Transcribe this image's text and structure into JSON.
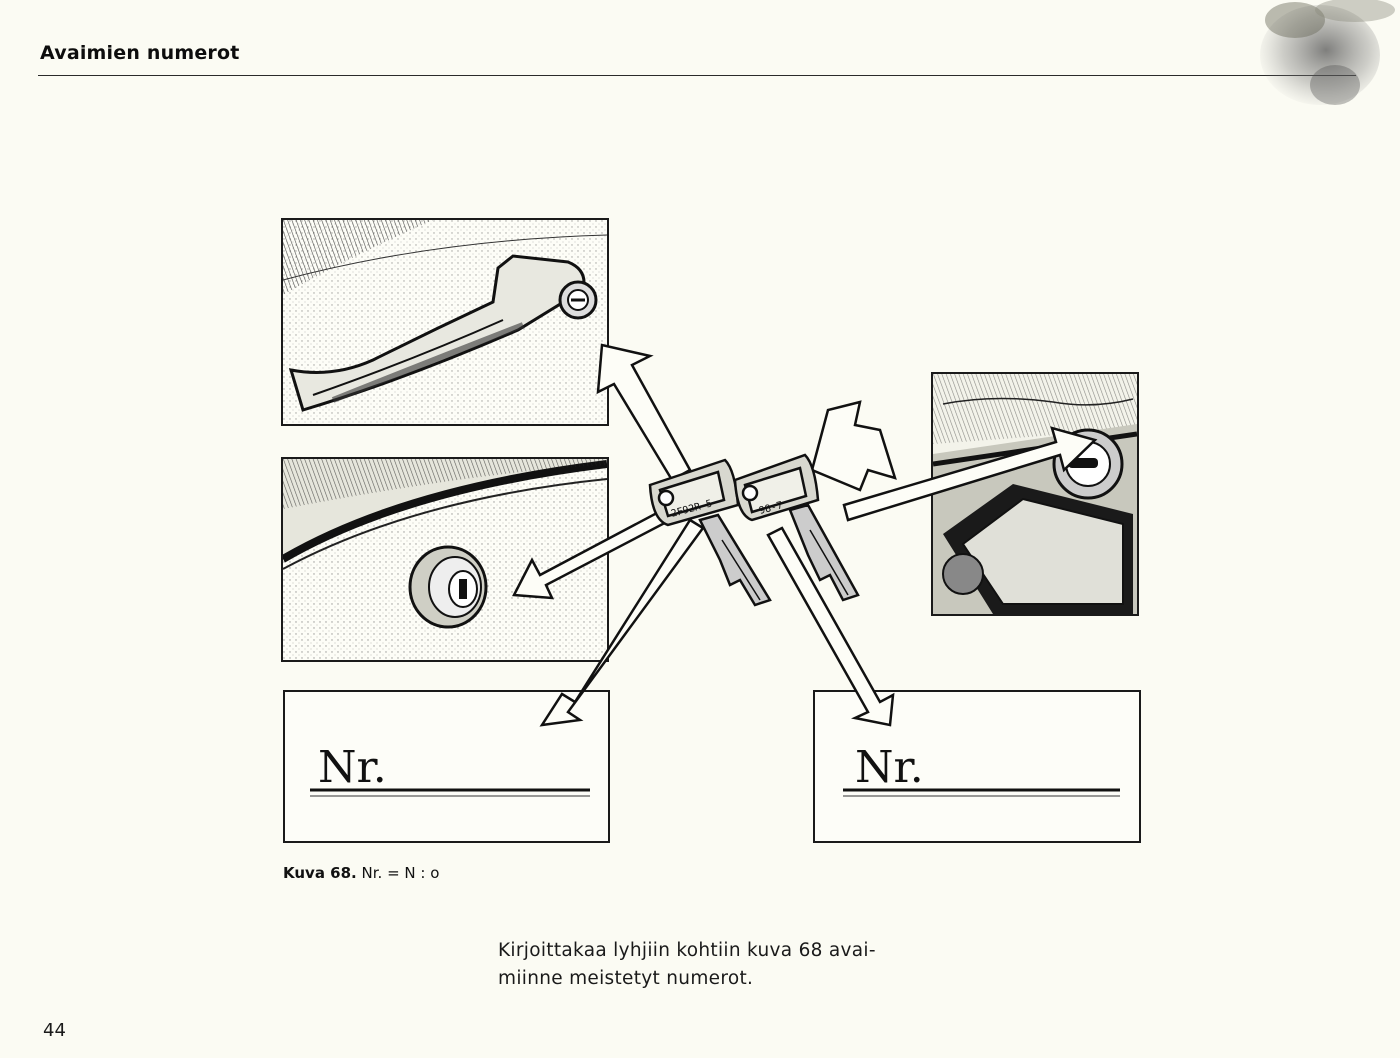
{
  "header": {
    "title": "Avaimien numerot"
  },
  "figure": {
    "number_label": "Kuva 68.",
    "abbreviation_note": "Nr. = N : o",
    "nr_box_left": "Nr.",
    "nr_box_right": "Nr.",
    "key_left_stamp": "2F92R-5",
    "key_right_stamp": "98-7"
  },
  "body": {
    "line1": "Kirjoittakaa lyhjiin kohtiin kuva 68 avai-",
    "line2": "miinne meistetyt numerot."
  },
  "footer": {
    "page_number": "44"
  }
}
